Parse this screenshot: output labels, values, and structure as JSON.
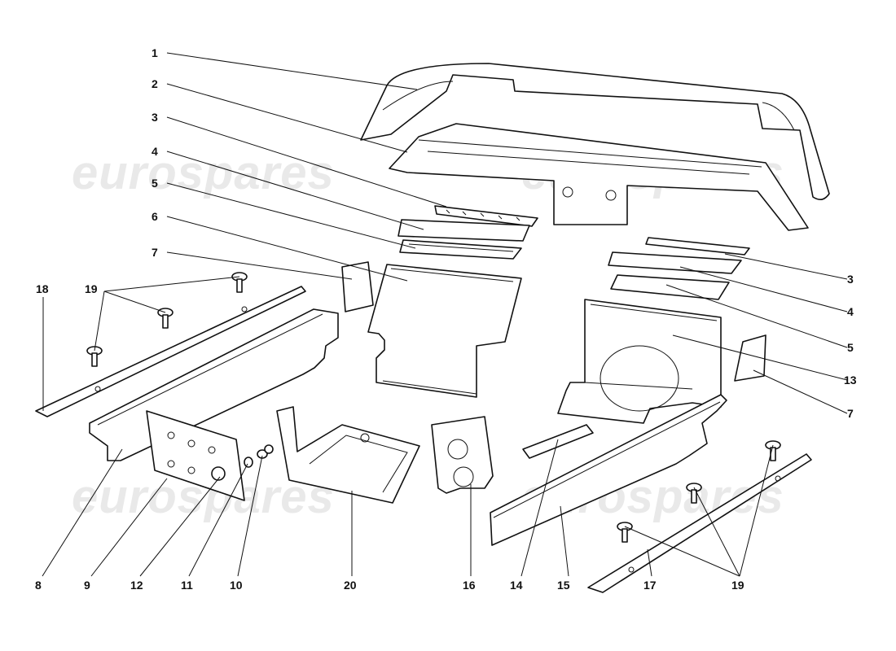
{
  "watermark": "eurospares",
  "callouts": {
    "c1": "1",
    "c2": "2",
    "c3l": "3",
    "c4l": "4",
    "c5l": "5",
    "c6": "6",
    "c7l": "7",
    "c18": "18",
    "c19l": "19",
    "c3r": "3",
    "c4r": "4",
    "c5r": "5",
    "c13": "13",
    "c7r": "7",
    "c8": "8",
    "c9": "9",
    "c12": "12",
    "c11": "11",
    "c10": "10",
    "c20": "20",
    "c16": "16",
    "c14": "14",
    "c15": "15",
    "c17": "17",
    "c19r": "19"
  }
}
